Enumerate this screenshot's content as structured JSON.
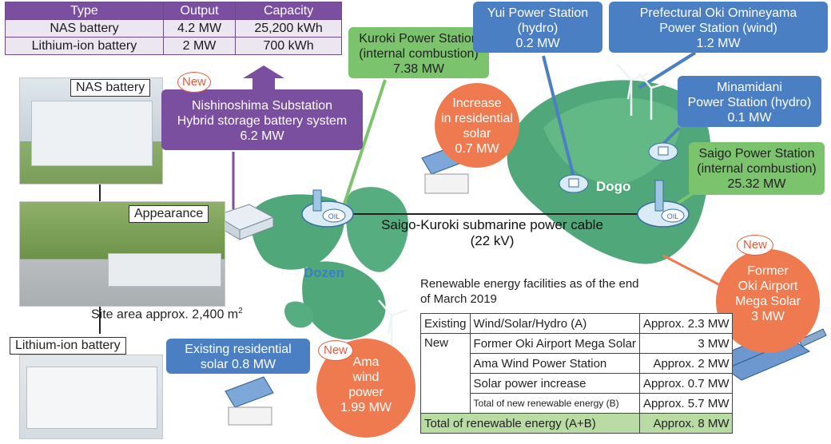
{
  "battery_table": {
    "headers": [
      "Type",
      "Output",
      "Capacity"
    ],
    "rows": [
      [
        "NAS battery",
        "4.2 MW",
        "25,200 kWh"
      ],
      [
        "Lithium-ion battery",
        "2 MW",
        "700 kWh"
      ]
    ]
  },
  "photo_labels": {
    "nas": "NAS battery",
    "appearance": "Appearance",
    "lithium": "Lithium-ion battery",
    "site_area": "Site area approx. 2,400 m",
    "site_area_sup": "2"
  },
  "new_label": "New",
  "substation": {
    "line1": "Nishinoshima Substation",
    "line2": "Hybrid storage battery system",
    "line3": "6.2 MW"
  },
  "kuroki": {
    "line1": "Kuroki Power Station",
    "line2": "(internal combustion)",
    "line3": "7.38 MW"
  },
  "yui": {
    "line1": "Yui Power Station",
    "line2": "(hydro)",
    "line3": "0.2 MW"
  },
  "omineyama": {
    "line1": "Prefectural Oki Omineyama",
    "line2": "Power Station (wind)",
    "line3": "1.2 MW"
  },
  "minamidani": {
    "line1": "Minamidani",
    "line2": "Power Station (hydro)",
    "line3": "0.1 MW"
  },
  "saigo": {
    "line1": "Saigo Power Station",
    "line2": "(internal combustion)",
    "line3": "25.32 MW"
  },
  "residential_increase": {
    "line1": "Increase",
    "line2": "in residential",
    "line3": "solar",
    "line4": "0.7 MW"
  },
  "existing_residential": {
    "line1": "Existing residential",
    "line2": "solar 0.8 MW"
  },
  "ama_wind": {
    "line1": "Ama",
    "line2": "wind",
    "line3": "power",
    "line4": "1.99 MW"
  },
  "airport_solar": {
    "line1": "Former",
    "line2": "Oki Airport",
    "line3": "Mega Solar",
    "line4": "3 MW"
  },
  "cable": {
    "line1": "Saigo-Kuroki submarine power cable",
    "line2": "(22 kV)"
  },
  "map": {
    "dogo": "Dogo",
    "dozen": "Dozen",
    "oil": "OIL"
  },
  "renewable": {
    "title_line1": "Renewable energy facilities as of the end",
    "title_line2": "of March 2019",
    "existing": "Existing",
    "new": "New",
    "rows": [
      [
        "Wind/Solar/Hydro (A)",
        "Approx. 2.3 MW"
      ],
      [
        "Former Oki Airport Mega Solar",
        "3 MW"
      ],
      [
        "Ama Wind Power Station",
        "Approx. 2 MW"
      ],
      [
        "Solar power increase",
        "Approx. 0.7 MW"
      ],
      [
        "Total of new renewable energy (B)",
        "Approx. 5.7 MW"
      ]
    ],
    "total_label": "Total of renewable energy (A+B)",
    "total_value": "Approx. 8 MW"
  },
  "colors": {
    "purple": "#7b4fa0",
    "green": "#7cc36e",
    "blue": "#4a7fc3",
    "orange": "#ef7a50",
    "island": "#4fa77a",
    "sea_label": "#3a7fc6"
  }
}
